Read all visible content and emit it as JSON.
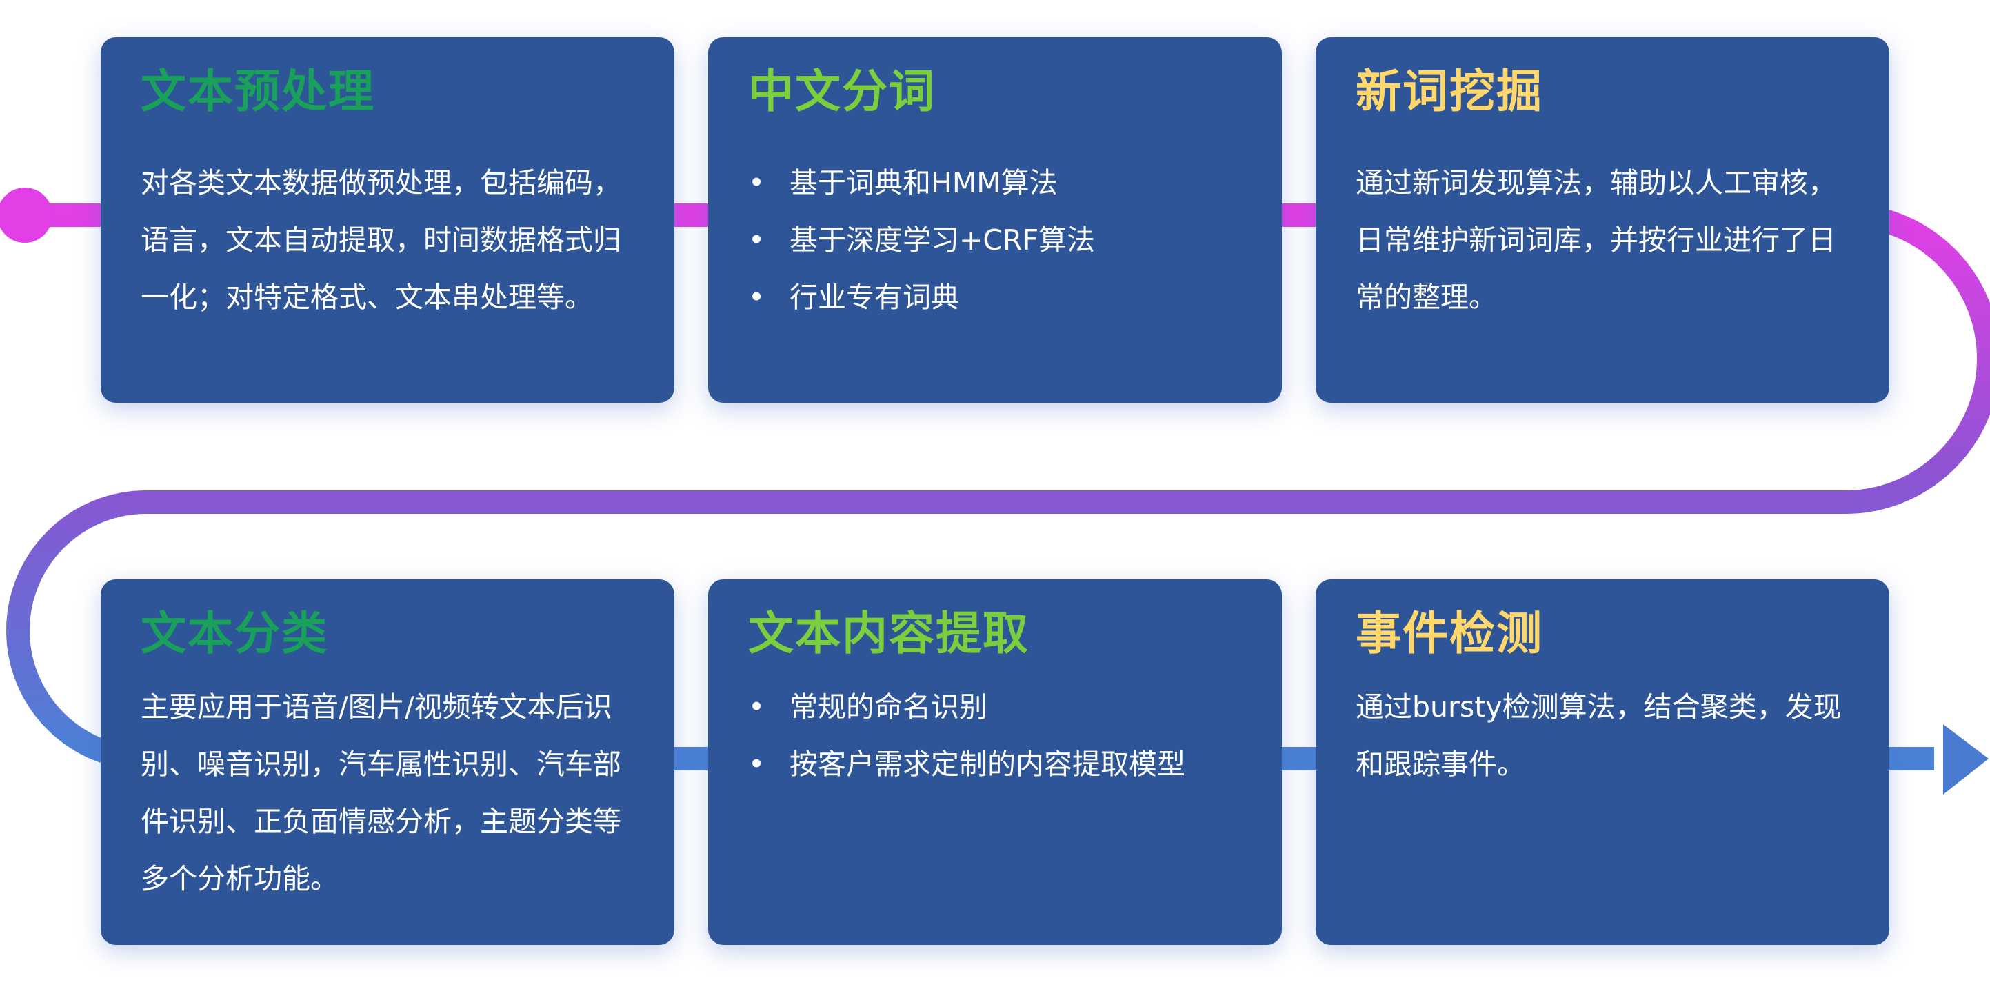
{
  "colors": {
    "card_background": "#2e5597",
    "text": "#ffffff",
    "title_green_dark": "#19a05a",
    "title_green_light": "#7ccf3c",
    "title_yellow": "#ffd76b",
    "connector_gradient": [
      "#e23fe6",
      "#8a55d3",
      "#4a82d6"
    ]
  },
  "steps": [
    {
      "title": "文本预处理",
      "title_color": "#19a05a",
      "text": "对各类文本数据做预处理，包括编码，语言，文本自动提取，时间数据格式归一化；对特定格式、文本串处理等。"
    },
    {
      "title": "中文分词",
      "title_color": "#7ccf3c",
      "bullets": [
        "基于词典和HMM算法",
        "基于深度学习+CRF算法",
        "行业专有词典"
      ]
    },
    {
      "title": "新词挖掘",
      "title_color": "#ffd76b",
      "text": "通过新词发现算法，辅助以人工审核，日常维护新词词库，并按行业进行了日常的整理。"
    },
    {
      "title": "文本分类",
      "title_color": "#19a05a",
      "text": "主要应用于语音/图片/视频转文本后识别、噪音识别，汽车属性识别、汽车部件识别、正负面情感分析，主题分类等多个分析功能。"
    },
    {
      "title": "文本内容提取",
      "title_color": "#7ccf3c",
      "bullets": [
        "常规的命名识别",
        "按客户需求定制的内容提取模型"
      ]
    },
    {
      "title": "事件检测",
      "title_color": "#ffd76b",
      "text": "通过bursty检测算法，结合聚类，发现和跟踪事件。"
    }
  ],
  "bullet_symbol": "•"
}
